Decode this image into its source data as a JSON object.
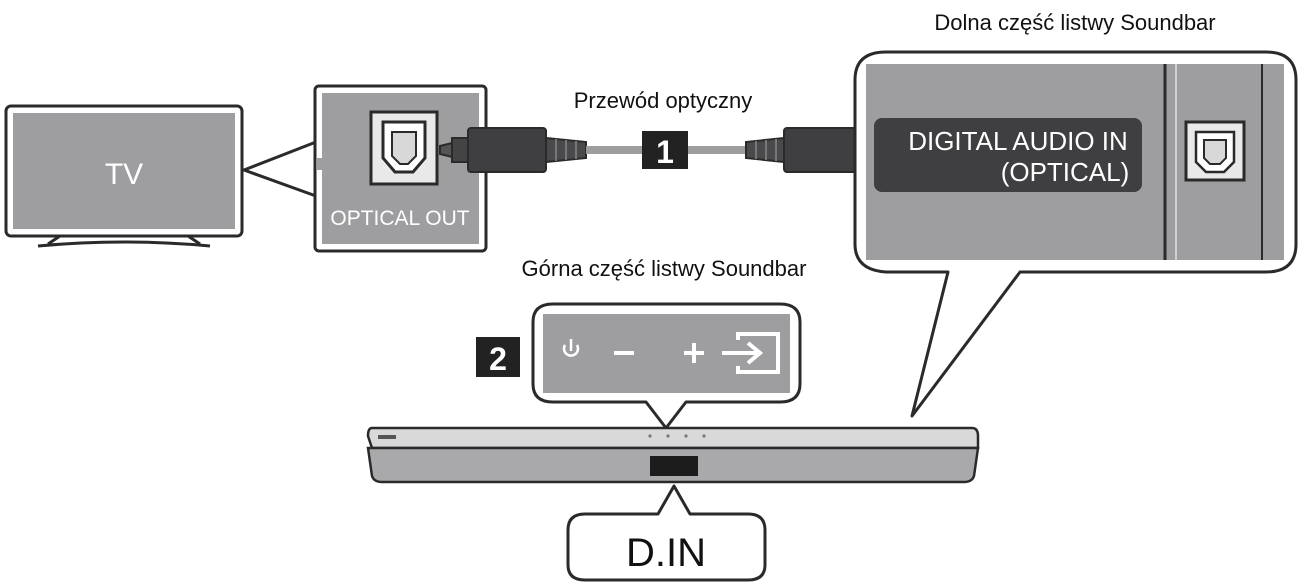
{
  "labels": {
    "tv": "TV",
    "optical_out": "OPTICAL OUT",
    "cable": "Przewód optyczny",
    "bottom_part": "Dolna część listwy Soundbar",
    "top_part": "Górna część listwy Soundbar",
    "digital_in_line1": "DIGITAL AUDIO IN",
    "digital_in_line2": "(OPTICAL)",
    "display": "D.IN"
  },
  "steps": [
    "1",
    "2"
  ],
  "buttons": [
    {
      "name": "power",
      "icon": "power-icon"
    },
    {
      "name": "volume-down",
      "icon": "minus-icon"
    },
    {
      "name": "volume-up",
      "icon": "plus-icon"
    },
    {
      "name": "source",
      "icon": "source-input-icon"
    }
  ],
  "colors": {
    "panel_gray": "#9e9ea0",
    "dark_gray": "#3f3f41",
    "badge": "#222222",
    "outline": "#2a2a2a"
  }
}
